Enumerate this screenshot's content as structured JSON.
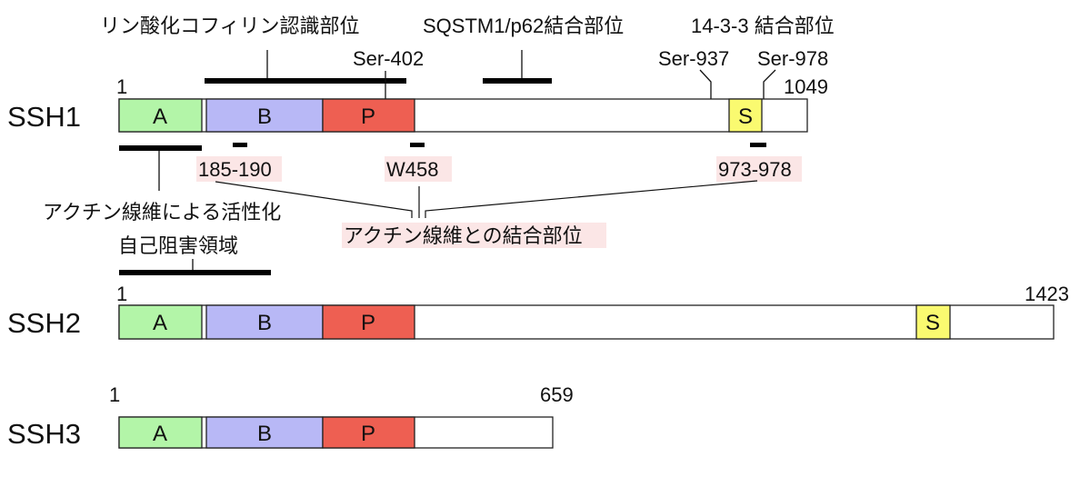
{
  "colors": {
    "A": "#b3f5a8",
    "B": "#b8b8f6",
    "P": "#ee5f52",
    "S": "#fafa70",
    "highlight": "#fbe6e6"
  },
  "domains": {
    "A": "A",
    "B": "B",
    "P": "P",
    "S": "S"
  },
  "proteins": [
    {
      "name": "SSH1",
      "start": "1",
      "end": "1049"
    },
    {
      "name": "SSH2",
      "start": "1",
      "end": "1423"
    },
    {
      "name": "SSH3",
      "start": "1",
      "end": "659"
    }
  ],
  "annotations": {
    "cofilin": "リン酸化コフィリン認識部位",
    "sqstm1": "SQSTM1/p62結合部位",
    "p1433": "14-3-3 結合部位",
    "ser402": "Ser-402",
    "ser937": "Ser-937",
    "ser978": "Ser-978",
    "activation": "アクチン線維による活性化",
    "site185": "185-190",
    "w458": "W458",
    "site973": "973-978",
    "actin_binding": "アクチン線維との結合部位",
    "autoinhibitory": "自己阻害領域"
  }
}
